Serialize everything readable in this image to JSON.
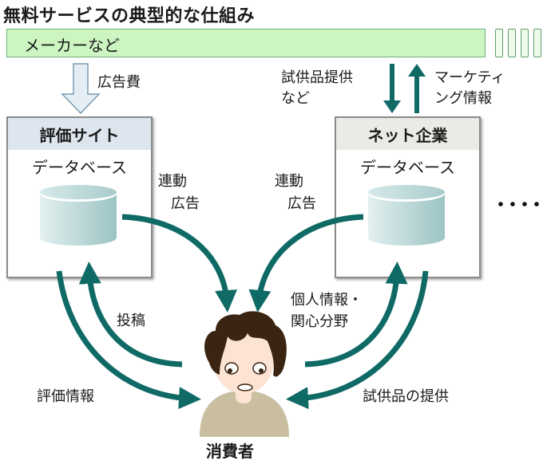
{
  "title": "無料サービスの典型的な仕組み",
  "maker": {
    "label": "メーカーなど"
  },
  "flows": {
    "ad_fee": "広告費",
    "samples_line1": "試供品提供",
    "samples_line2": "など",
    "marketing_line1": "マーケティ",
    "marketing_line2": "ング情報",
    "linked_ad_left_line1": "連動",
    "linked_ad_left_line2": "広告",
    "linked_ad_right_line1": "連動",
    "linked_ad_right_line2": "広告",
    "posting": "投稿",
    "review_info": "評価情報",
    "personal_line1": "個人情報・",
    "personal_line2": "関心分野",
    "sample_provision": "試供品の提供"
  },
  "review_site": {
    "header": "評価サイト",
    "sub": "データベース"
  },
  "net_company": {
    "header": "ネット企業",
    "sub": "データベース"
  },
  "ellipsis": "・・・・",
  "consumer": {
    "label": "消費者"
  },
  "colors": {
    "arrow": "#0f6a66",
    "maker_fill": "#ccf5c2",
    "review_header": "#dde6ef",
    "company_header": "#eceae4",
    "cylinder": "#a9cccc",
    "hair": "#3a2412",
    "skin": "#fde3d3",
    "shirt": "#c9bfa0"
  }
}
